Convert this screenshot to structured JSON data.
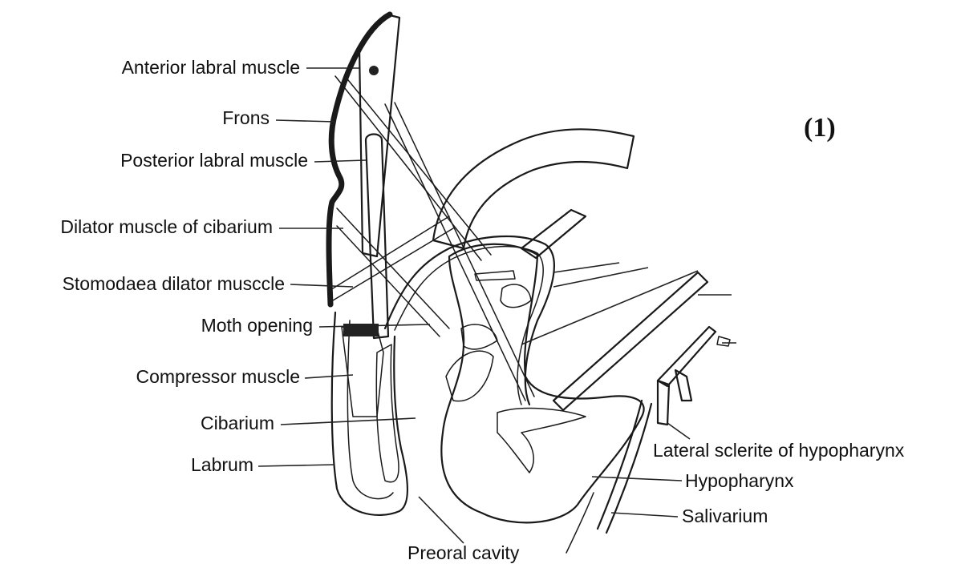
{
  "figure_number": "(1)",
  "labels": {
    "anterior_labral_muscle": "Anterior labral muscle",
    "frons": "Frons",
    "posterior_labral_muscle": "Posterior labral muscle",
    "dilator_muscle_of_cibarium": "Dilator muscle of cibarium",
    "stomodaea_dilator_muscle": "Stomodaea dilator musccle",
    "moth_opening": "Moth opening",
    "compressor_muscle": "Compressor muscle",
    "cibarium": "Cibarium",
    "labrum": "Labrum",
    "lateral_sclerite_of_hypopharynx": "Lateral sclerite of hypopharynx",
    "hypopharynx": "Hypopharynx",
    "salivarium": "Salivarium",
    "preoral_cavity": "Preoral cavity"
  }
}
